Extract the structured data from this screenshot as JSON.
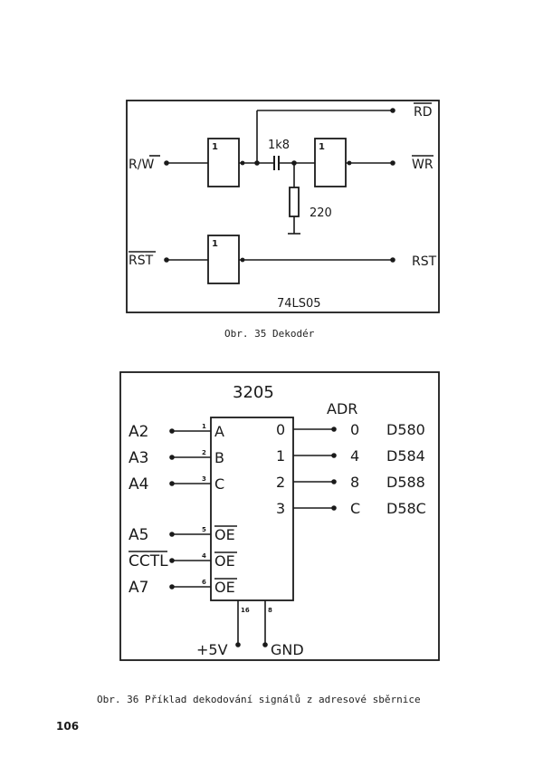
{
  "figure35": {
    "caption": "Obr. 35 Dekodér",
    "inputs": {
      "rw": "R/W",
      "rst_in": "RST"
    },
    "outputs": {
      "rd": "RD",
      "wr": "WR",
      "rst_out": "RST"
    },
    "gate_label": "1",
    "capacitor": "1k8",
    "resistor": "220",
    "chip": "74LS05"
  },
  "figure36": {
    "caption": "Obr. 36 Příklad dekodování signálů z adresové sběrnice",
    "chip": "3205",
    "adr_header": "ADR",
    "left_pins": [
      {
        "signal": "A2",
        "pin_no": "1",
        "name": "A"
      },
      {
        "signal": "A3",
        "pin_no": "2",
        "name": "B"
      },
      {
        "signal": "A4",
        "pin_no": "3",
        "name": "C"
      },
      {
        "signal": "A5",
        "pin_no": "5",
        "name": "OE"
      },
      {
        "signal": "CCTL",
        "pin_no": "4",
        "name": "OE"
      },
      {
        "signal": "A7",
        "pin_no": "6",
        "name": "OE"
      }
    ],
    "outputs": [
      {
        "out": "0",
        "adr": "0",
        "addr": "D580"
      },
      {
        "out": "1",
        "adr": "4",
        "addr": "D584"
      },
      {
        "out": "2",
        "adr": "8",
        "addr": "D588"
      },
      {
        "out": "3",
        "adr": "C",
        "addr": "D58C"
      }
    ],
    "power": {
      "vcc": "+5V",
      "vcc_pin": "16",
      "gnd": "GND",
      "gnd_pin": "8"
    }
  },
  "page_number": "106"
}
